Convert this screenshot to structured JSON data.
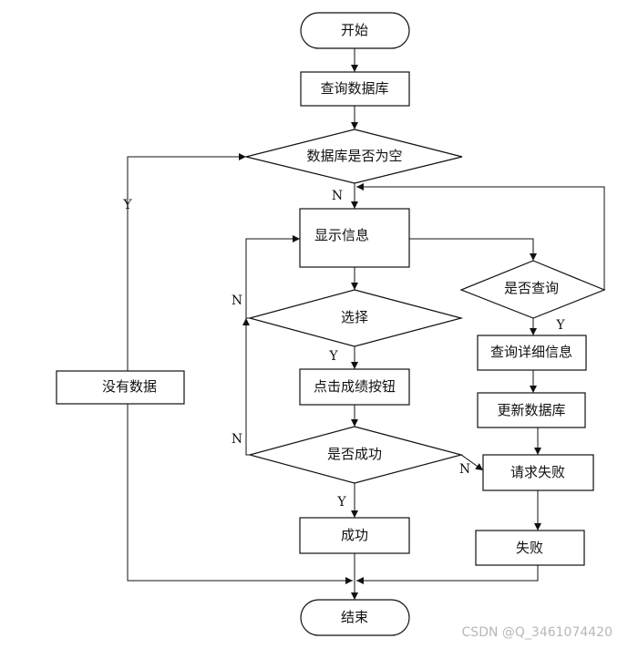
{
  "nodes": {
    "start": "开始",
    "query_db": "查询数据库",
    "db_empty": "数据库是否为空",
    "show_info": "显示信息",
    "is_query": "是否查询",
    "select": "选择",
    "query_detail": "查询详细信息",
    "no_data": "没有数据",
    "click_grade": "点击成绩按钮",
    "update_db": "更新数据库",
    "is_success": "是否成功",
    "request_fail": "请求失败",
    "success": "成功",
    "fail": "失败",
    "end": "结束"
  },
  "labels": {
    "yes": "Y",
    "no": "N"
  },
  "watermark": "CSDN @Q_3461074420"
}
